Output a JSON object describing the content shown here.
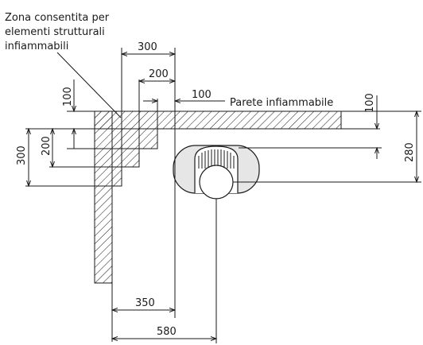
{
  "labels": {
    "zone_line1": "Zona consentita per",
    "zone_line2": "elementi strutturali",
    "zone_line3": "infiammabili",
    "wall": "Parete infiammabile"
  },
  "dimensions": {
    "top_300": "300",
    "top_200": "200",
    "top_100": "100",
    "left_vertical_100": "100",
    "left_200": "200",
    "left_300": "300",
    "right_100": "100",
    "right_280": "280",
    "bottom_350": "350",
    "bottom_580": "580"
  }
}
